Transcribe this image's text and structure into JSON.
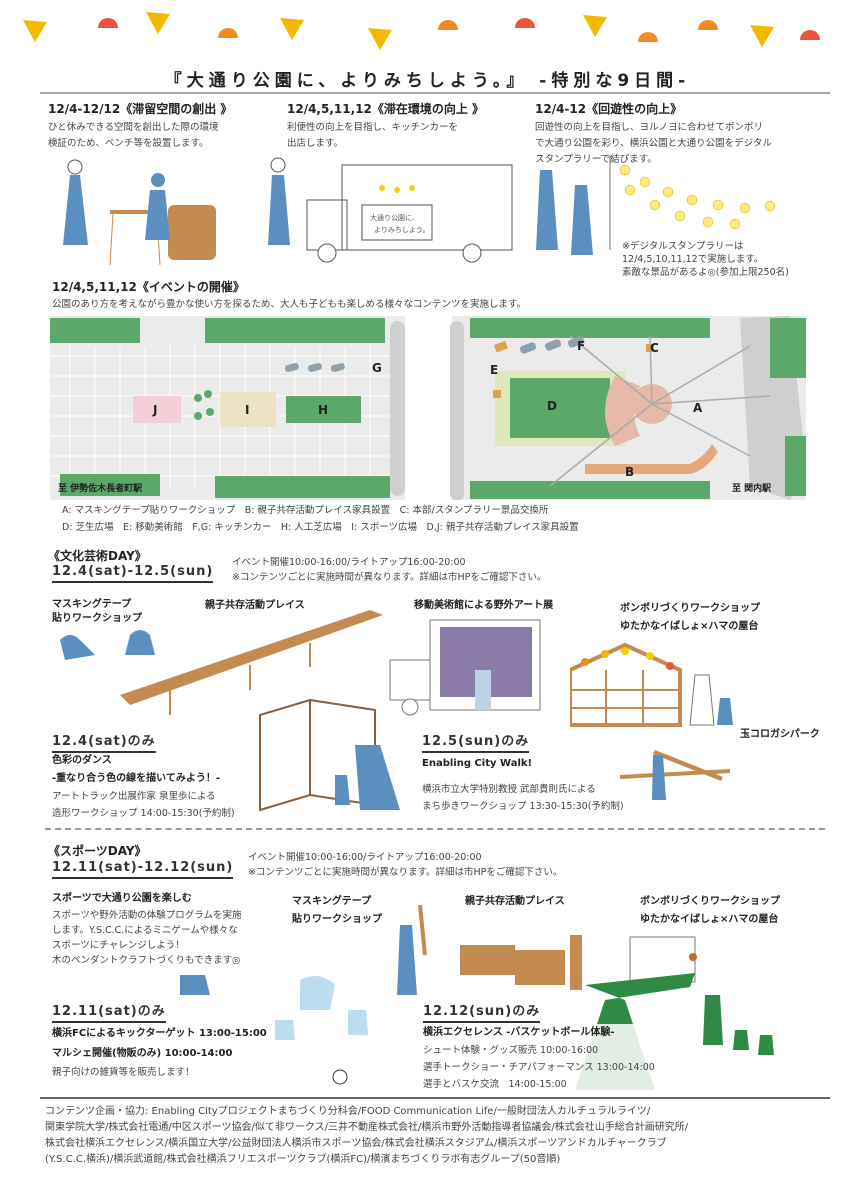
{
  "colors": {
    "green": "#5aa96a",
    "grey": "#d9d9d9",
    "orange": "#c58a4f",
    "blue": "#5b8fbf",
    "yellow": "#f5b800",
    "red": "#e8553e"
  },
  "title": "『大通り公園に、よりみちしよう。』 -特別な9日間-",
  "top_sections": [
    {
      "heading": "12/4-12/12《滞留空間の創出 》",
      "lines": [
        "ひと休みできる空間を創出した際の環境",
        "検証のため、ベンチ等を設置します。"
      ]
    },
    {
      "heading": "12/4,5,11,12《滞在環境の向上 》",
      "lines": [
        "利便性の向上を目指し、キッチンカーを",
        "出店します。"
      ]
    },
    {
      "heading": "12/4-12《回遊性の向上》",
      "lines": [
        "回遊性の向上を目指し、ヨルノヨに合わせてボンボリ",
        "で大通り公園を彩り、横浜公園と大通り公園をデジタル",
        "スタンプラリーで結びます。"
      ]
    }
  ],
  "stamp_note": [
    "※デジタルスタンプラリーは",
    "12/4,5,10,11,12で実施します。",
    "素敵な景品があるよ◎(参加上限250名)"
  ],
  "truck_sign": [
    "大通り公園に、",
    "よりみちしよう。"
  ],
  "event": {
    "heading": "12/4,5,11,12《イベントの開催》",
    "desc": "公園のあり方を考えながら豊かな使い方を探るため、大人も子どもも楽しめる様々なコンテンツを実施します。"
  },
  "map": {
    "labels": [
      "A",
      "B",
      "C",
      "D",
      "E",
      "F",
      "G",
      "H",
      "I",
      "J"
    ],
    "left_station": "至 伊勢佐木長者町駅",
    "right_station": "至 関内駅"
  },
  "legend": [
    "A: マスキングテープ貼りワークショップ　B: 親子共存活動プレイス家具設置　C: 本部/スタンプラリー景品交換所",
    "D: 芝生広場　E: 移動美術館　F,G: キッチンカー　H: 人工芝広場　I: スポーツ広場　D,J: 親子共存活動プレイス家具設置"
  ],
  "culture": {
    "heading": "《文化芸術DAY》",
    "dates": "12.4(sat)-12.5(sun)",
    "info": [
      "イベント開催10:00-16:00/ライトアップ16:00-20:00",
      "※コンテンツごとに実施時間が異なります。詳細は市HPをご確認下さい。"
    ],
    "labels": {
      "masking": [
        "マスキングテープ",
        "貼りワークショップ"
      ],
      "place": "親子共存活動プレイス",
      "art": "移動美術館による野外アート展",
      "bonbori": [
        "ボンボリづくりワークショップ",
        "ゆたかなイばしょ×ハマの屋台"
      ],
      "tamakoro": "玉コロガシパーク"
    },
    "sat": {
      "date": "12.4(sat)のみ",
      "title": [
        "色彩のダンス",
        "-重なり合う色の線を描いてみよう！-"
      ],
      "lines": [
        "アートトラック出展作家 泉里歩による",
        "造形ワークショップ 14:00-15:30(予約制)"
      ]
    },
    "sun": {
      "date": "12.5(sun)のみ",
      "title": "Enabling City Walk!",
      "lines": [
        "横浜市立大学特別教授 武部貴則氏による",
        "まち歩きワークショップ 13:30-15:30(予約制)"
      ]
    }
  },
  "sports": {
    "heading": "《スポーツDAY》",
    "dates": "12.11(sat)-12.12(sun)",
    "info": [
      "イベント開催10:00-16:00/ライトアップ16:00-20:00",
      "※コンテンツごとに実施時間が異なります。詳細は市HPをご確認下さい。"
    ],
    "intro_title": "スポーツで大通り公園を楽しむ",
    "intro": [
      "スポーツや野外活動の体験プログラムを実施",
      "します。Y.S.C.C.によるミニゲームや様々な",
      "スポーツにチャレンジしよう！",
      "木のペンダントクラフトづくりもできます◎"
    ],
    "labels": {
      "masking": [
        "マスキングテープ",
        "貼りワークショップ"
      ],
      "place": "親子共存活動プレイス",
      "bonbori": [
        "ボンボリづくりワークショップ",
        "ゆたかなイばしょ×ハマの屋台"
      ]
    },
    "sat": {
      "date": "12.11(sat)のみ",
      "items": [
        "横浜FCによるキックターゲット 13:00-15:00",
        "マルシェ開催(物販のみ) 10:00-14:00"
      ],
      "note": "親子向けの雑貨等を販売します！"
    },
    "sun": {
      "date": "12.12(sun)のみ",
      "title": "横浜エクセレンス -バスケットボール体験-",
      "lines": [
        "シュート体験・グッズ販売 10:00-16:00",
        "選手トークショー・チアパフォーマンス 13:00-14:00",
        "選手とバスケ交流　14:00-15:00"
      ]
    }
  },
  "credits": [
    "コンテンツ企画・協力: Enabling Cityプロジェクトまちづくり分科会/FOOD Communication Life/一般財団法人カルチュラルライツ/",
    "関東学院大学/株式会社電通/中区スポーツ協会/似て非ワークス/三井不動産株式会社/横浜市野外活動指導者協議会/株式会社山手総合計画研究所/",
    "株式会社横浜エクセレンス/横浜国立大学/公益財団法人横浜市スポーツ協会/株式会社横浜スタジアム/横浜スポーツアンドカルチャークラブ",
    "(Y.S.C.C.横浜)/横浜武道館/株式会社横浜フリエスポーツクラブ(横浜FC)/横濱まちづくりラボ有志グループ(50音順)"
  ]
}
